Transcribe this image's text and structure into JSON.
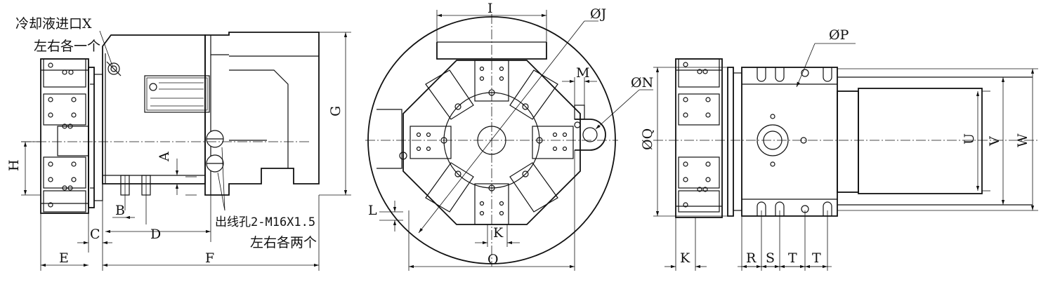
{
  "left_view": {
    "note_coolant_line1": "冷却液进口X",
    "note_coolant_line2": "左右各一个",
    "note_cable_line1": "出线孔2-M16X1.5",
    "note_cable_line2": "左右各两个",
    "dims": {
      "A": "A",
      "B": "B",
      "C": "C",
      "D": "D",
      "E": "E",
      "F": "F",
      "G": "G",
      "H": "H"
    }
  },
  "front_view": {
    "dims": {
      "I": "I",
      "J": "ØJ",
      "K": "K",
      "L": "L",
      "M": "M",
      "N": "ØN",
      "O": "O"
    }
  },
  "right_view": {
    "dims": {
      "P": "ØP",
      "Q": "ØQ",
      "K": "K",
      "R": "R",
      "S": "S",
      "T1": "T",
      "T2": "T",
      "U": "U",
      "V": "V",
      "W": "W"
    }
  }
}
